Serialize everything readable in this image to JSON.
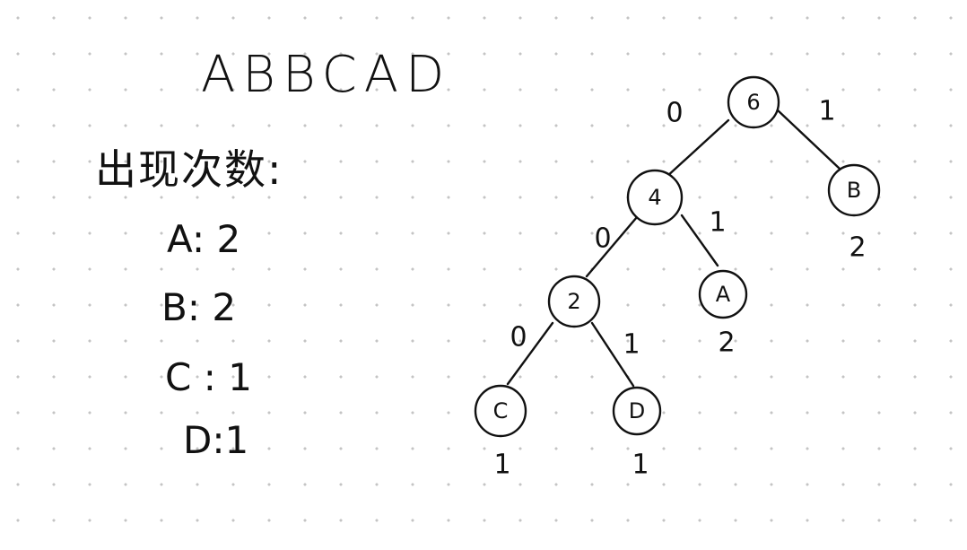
{
  "word": "ABBCAD",
  "counts": {
    "title": "出现次数:",
    "rows": [
      {
        "letter": "A",
        "sep": ":",
        "count": "2"
      },
      {
        "letter": "B",
        "sep": ":",
        "count": "2"
      },
      {
        "letter": "C",
        "sep": ":",
        "count": "1"
      },
      {
        "letter": "D",
        "sep": ":",
        "count": "1"
      }
    ]
  },
  "tree": {
    "nodes": [
      {
        "id": "root",
        "label": "6",
        "weight": ""
      },
      {
        "id": "n4",
        "label": "4",
        "weight": ""
      },
      {
        "id": "nB",
        "label": "B",
        "weight": "2"
      },
      {
        "id": "n2",
        "label": "2",
        "weight": ""
      },
      {
        "id": "nA",
        "label": "A",
        "weight": "2"
      },
      {
        "id": "nC",
        "label": "C",
        "weight": "1"
      },
      {
        "id": "nD",
        "label": "D",
        "weight": "1"
      }
    ],
    "edges": [
      {
        "from": "root",
        "to": "n4",
        "bit": "0"
      },
      {
        "from": "root",
        "to": "nB",
        "bit": "1"
      },
      {
        "from": "n4",
        "to": "n2",
        "bit": "0"
      },
      {
        "from": "n4",
        "to": "nA",
        "bit": "1"
      },
      {
        "from": "n2",
        "to": "nC",
        "bit": "0"
      },
      {
        "from": "n2",
        "to": "nD",
        "bit": "1"
      }
    ]
  }
}
